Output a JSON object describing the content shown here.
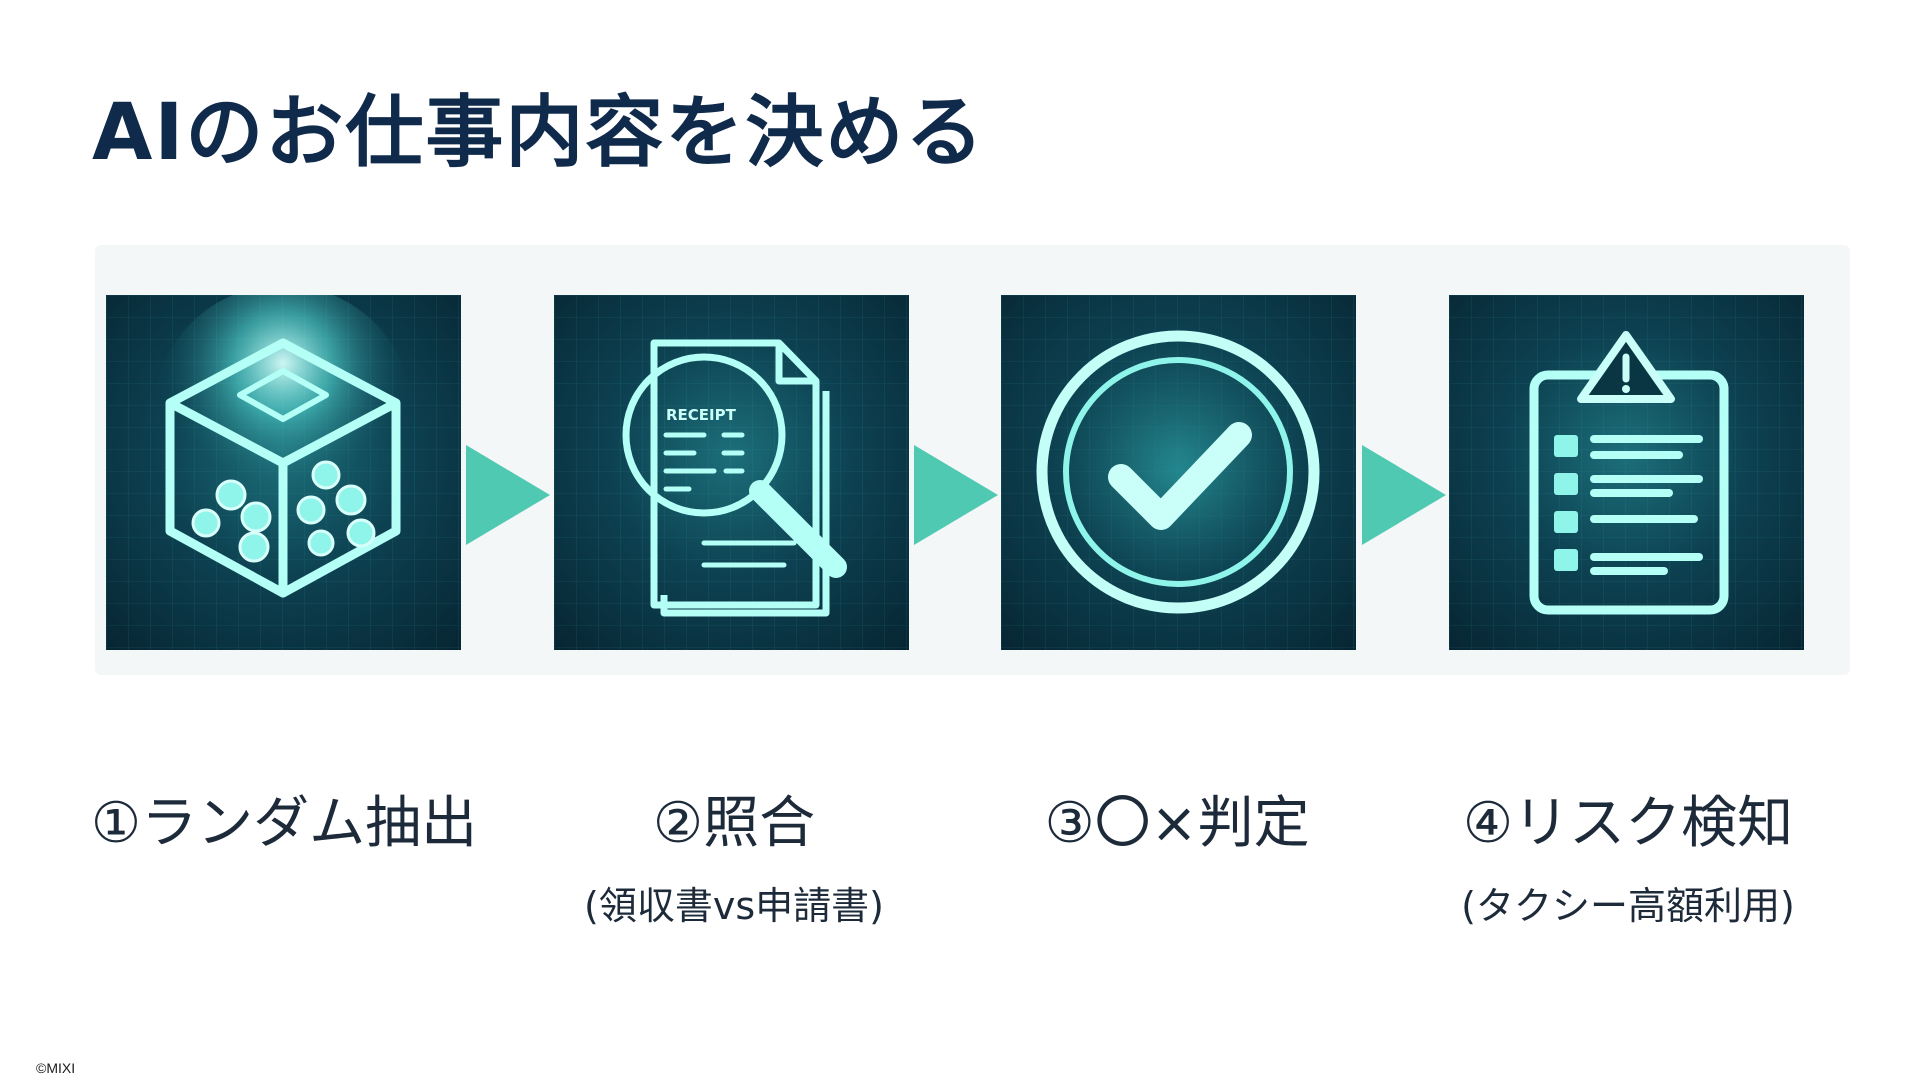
{
  "slide": {
    "title": "AIのお仕事内容を決める",
    "copyright": "©MIXI"
  },
  "steps": [
    {
      "label": "①ランダム抽出",
      "sub": "",
      "icon": "dice-cube-icon"
    },
    {
      "label": "②照合",
      "sub": "(領収書vs申請書)",
      "icon": "receipt-magnifier-icon",
      "icon_text": "RECEIPT"
    },
    {
      "label": "③〇×判定",
      "sub": "",
      "icon": "checkmark-circle-icon"
    },
    {
      "label": "④リスク検知",
      "sub": "(タクシー高額利用)",
      "icon": "warning-clipboard-icon"
    }
  ],
  "colors": {
    "title": "#0f2a4a",
    "arrow": "#4fc9b2",
    "panel_dark": "#072532",
    "glow": "#a8fff4"
  }
}
